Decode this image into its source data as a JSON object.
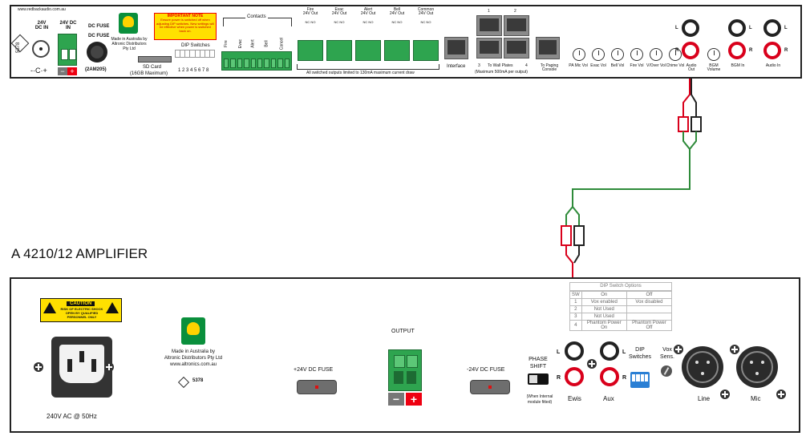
{
  "top_panel": {
    "website": "www.redbackaudio.com.au",
    "cert_number": "5378",
    "dc24_in_1": "24V DC IN",
    "dc24_in_2": "24V DC IN",
    "dc_fuse_label": "DC FUSE",
    "dc_fuse_rating": "(2AM205)",
    "made_in": "Made in Australia by Altronic Distributors Pty Ltd",
    "important_note_title": "IMPORTANT NOTE",
    "important_note_body": "Ensure power is switched off when adjusting DIP switches. New settings will be effective when power is switched back on.",
    "dip_switches": "DIP Switches",
    "dip_numbers": "1 2 3 4 5 6 7 8",
    "sd_card": "SD Card",
    "sd_card_max": "(16GB Maximum)",
    "contacts_title": "Contacts",
    "contacts": [
      "Fire",
      "Evac",
      "Alert",
      "Bell",
      "Cancel"
    ],
    "outputs": [
      {
        "name": "Fire",
        "sub": "24V Out"
      },
      {
        "name": "Evac",
        "sub": "24V Out"
      },
      {
        "name": "Alert",
        "sub": "24V Out"
      },
      {
        "name": "Bell",
        "sub": "24V Out"
      },
      {
        "name": "Common",
        "sub": "24V Out"
      }
    ],
    "nc_no": "NC NO",
    "switched_note": "All switched outputs limited to 130mA maximum current draw",
    "interface": "Interface",
    "rj_numbers": [
      "1",
      "2",
      "3",
      "4"
    ],
    "wall_plates": "To Wall Plates",
    "wall_plates_max": "(Maximum 500mA per output)",
    "paging_console": "To Paging Console",
    "knobs": [
      "PA Mic Vol",
      "Evac Vol",
      "Bell Vol",
      "Fire Vol",
      "V/Over Vol",
      "Chime Vol"
    ],
    "audio_out": "Audio Out",
    "bgm_volume": "BGM Volume",
    "bgm_in": "BGM In",
    "audio_in": "Audio In",
    "L": "L",
    "R": "R"
  },
  "amp_title": "A 4210/12 AMPLIFIER",
  "amp_panel": {
    "caution_title": "CAUTION",
    "caution_body": "RISK OF ELECTRIC SHOCK OPEN BY QUALIFIED PERSONNEL ONLY",
    "ac_label": "240V AC @ 50Hz",
    "made_in_1": "Made in Australia by",
    "made_in_2": "Altronic Distributors Pty Ltd",
    "website": "www.altronics.com.au",
    "cert_number": "5378",
    "plus_fuse": "+24V DC FUSE",
    "output": "OUTPUT",
    "minus_fuse": "-24V DC FUSE",
    "phase_shift": "PHASE SHIFT",
    "phase_note": "(When Internal module fitted)",
    "ewis": "Ewis",
    "aux": "Aux",
    "L": "L",
    "R": "R",
    "dip_switches": "DIP Switches",
    "vox_sens": "Vox Sens.",
    "line": "Line",
    "mic": "Mic",
    "dip_options": {
      "title": "DIP Switch Options",
      "header": [
        "SW",
        "On",
        "Off"
      ],
      "rows": [
        [
          "1",
          "Vox enabled",
          "Vox disabled"
        ],
        [
          "2",
          "Not Used",
          ""
        ],
        [
          "3",
          "Not Used",
          ""
        ],
        [
          "4",
          "Phantom Power On",
          "Phantom Power Off"
        ]
      ]
    }
  },
  "colors": {
    "cable_red": "#d9001b",
    "cable_green": "#2e8b3a",
    "terminal_green": "#2ea44f",
    "warning_yellow": "#ffe000"
  }
}
